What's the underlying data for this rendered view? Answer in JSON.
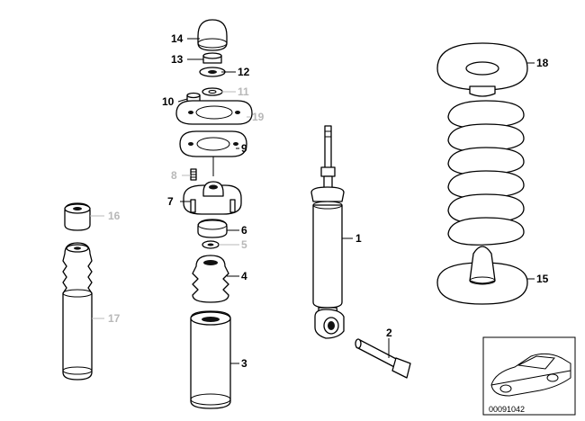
{
  "diagram_code": "00091042",
  "callouts": [
    {
      "id": "c1",
      "label": "1"
    },
    {
      "id": "c2",
      "label": "2"
    },
    {
      "id": "c3",
      "label": "3"
    },
    {
      "id": "c4",
      "label": "4"
    },
    {
      "id": "c5",
      "label": "5"
    },
    {
      "id": "c6",
      "label": "6"
    },
    {
      "id": "c7",
      "label": "7"
    },
    {
      "id": "c8",
      "label": "8"
    },
    {
      "id": "c9",
      "label": "9"
    },
    {
      "id": "c10",
      "label": "10"
    },
    {
      "id": "c11",
      "label": "11"
    },
    {
      "id": "c12",
      "label": "12"
    },
    {
      "id": "c13",
      "label": "13"
    },
    {
      "id": "c14",
      "label": "14"
    },
    {
      "id": "c15",
      "label": "15"
    },
    {
      "id": "c16",
      "label": "16"
    },
    {
      "id": "c17",
      "label": "17"
    },
    {
      "id": "c18",
      "label": "18"
    },
    {
      "id": "c19",
      "label": "19"
    }
  ]
}
